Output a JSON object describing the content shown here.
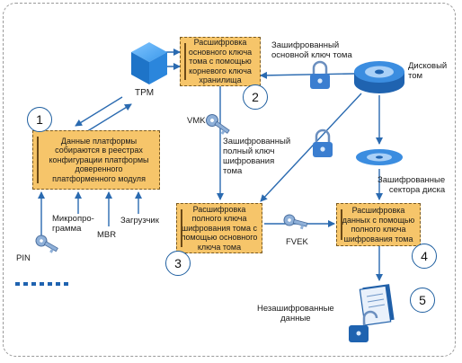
{
  "boxes": {
    "root_key": "Расшифровка основного ключа тома с помощью корневого ключа хранилища",
    "platform": "Данные платформы собираются в реестрах конфигурации платформы доверенного платформенного модуля",
    "full_key": "Расшифровка полного ключа шифрования тома с помощью основного ключа тома",
    "data": "Расшифровка данных с помощью полного ключа шифрования тома"
  },
  "labels": {
    "tpm": "TPM",
    "enc_master_key": "Зашифрованный\nосновной ключ тома",
    "disk_volume": "Дисковый\nтом",
    "vmk": "VMK",
    "enc_full_key": "Зашифрованный\nполный ключ\nшифрования\nтома",
    "enc_sectors": "Зашифрованные\nсектора диска",
    "firmware": "Микропро-\nграмма",
    "mbr": "MBR",
    "loader": "Загрузчик",
    "pin": "PIN",
    "fvek": "FVEK",
    "decrypted": "Незашифрованные\nданные"
  },
  "steps": [
    "1",
    "2",
    "3",
    "4",
    "5"
  ],
  "colors": {
    "box_fill": "#f6c56a",
    "arrow": "#2a6ab0",
    "key": "#8fb0d8",
    "cube": "#2f8fe0"
  }
}
